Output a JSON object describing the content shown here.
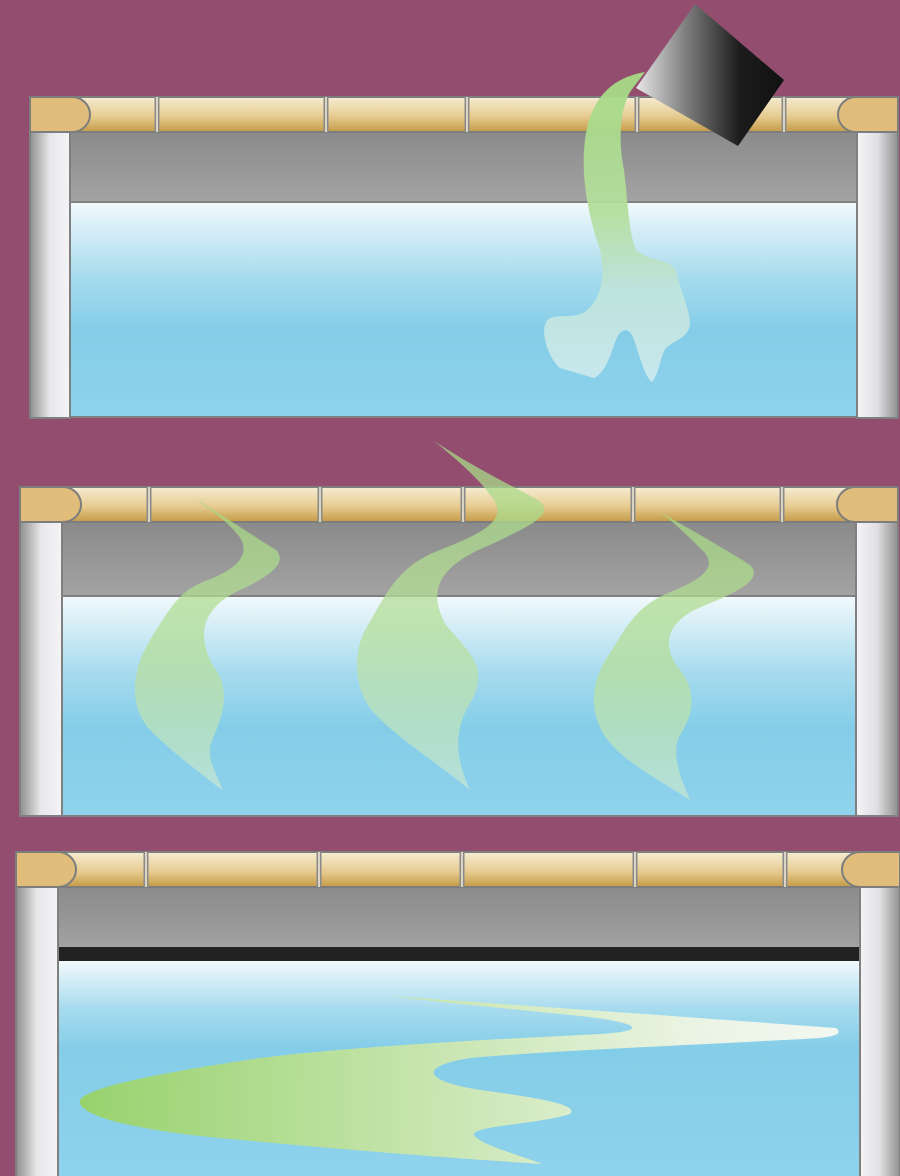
{
  "diagram": {
    "subject": "pool-mixing",
    "panels": [
      {
        "id": "panel-1",
        "stage": "pouring"
      },
      {
        "id": "panel-2",
        "stage": "rising-plumes"
      },
      {
        "id": "panel-3",
        "stage": "spreading"
      }
    ]
  },
  "colors": {
    "background": "#924d6f",
    "coping": "#e0bd7a",
    "coping_light": "#f5ecd2",
    "deck": "#8e8e8e",
    "water_top": "#f2f9fc",
    "water": "#84cde8",
    "plume": "#a6d984",
    "container": "#111111",
    "waterline_bar": "#222222"
  },
  "icons": {
    "container": "bucket-icon"
  }
}
